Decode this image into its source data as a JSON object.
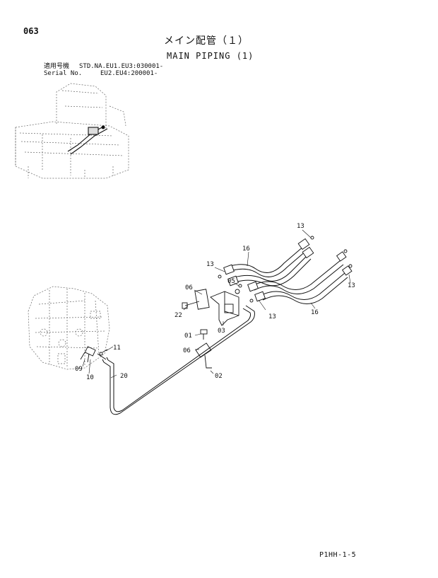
{
  "header": {
    "page_number": "063",
    "title_japanese": "メイン配管（１）",
    "title_english": "MAIN PIPING (1)"
  },
  "serial": {
    "label_japanese": "適用号機",
    "label_english": "Serial No.",
    "line1": "STD.NA.EU1.EU3:030001-",
    "line2": "EU2.EU4:200001-"
  },
  "callouts": [
    "01",
    "02",
    "03",
    "05",
    "06",
    "06",
    "09",
    "10",
    "11",
    "13",
    "13",
    "13",
    "13",
    "16",
    "16",
    "20",
    "22"
  ],
  "footer": {
    "code": "P1HH-1-5"
  }
}
